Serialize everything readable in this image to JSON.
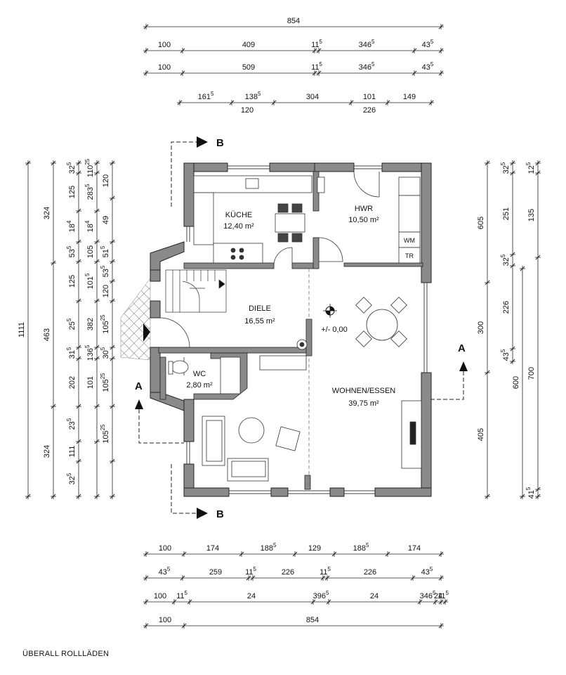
{
  "dims_top": [
    {
      "labels": [
        {
          "t": "854",
          "s": ""
        }
      ]
    },
    {
      "labels": [
        {
          "t": "100",
          "s": ""
        },
        {
          "t": "409",
          "s": ""
        },
        {
          "t": "11",
          "s": "5"
        },
        {
          "t": "346",
          "s": "5"
        },
        {
          "t": "43",
          "s": "5"
        }
      ]
    },
    {
      "labels": [
        {
          "t": "100",
          "s": ""
        },
        {
          "t": "509",
          "s": ""
        },
        {
          "t": "11",
          "s": "5"
        },
        {
          "t": "346",
          "s": "5"
        },
        {
          "t": "43",
          "s": "5"
        }
      ]
    },
    {
      "labels": [
        {
          "t": "161",
          "s": "5"
        },
        {
          "t": "138",
          "s": "5"
        },
        {
          "t": "304",
          "s": ""
        },
        {
          "t": "101",
          "s": ""
        },
        {
          "t": "149",
          "s": ""
        }
      ]
    },
    {
      "labels": [
        {
          "t": "120",
          "s": ""
        },
        {
          "t": "226",
          "s": ""
        }
      ]
    }
  ],
  "dims_bottom": [
    {
      "labels": [
        {
          "t": "100",
          "s": ""
        },
        {
          "t": "174",
          "s": ""
        },
        {
          "t": "188",
          "s": "5"
        },
        {
          "t": "129",
          "s": ""
        },
        {
          "t": "188",
          "s": "5"
        },
        {
          "t": "174",
          "s": ""
        }
      ]
    },
    {
      "labels": [
        {
          "t": "43",
          "s": "5"
        },
        {
          "t": "259",
          "s": ""
        },
        {
          "t": "11",
          "s": "5"
        },
        {
          "t": "226",
          "s": ""
        },
        {
          "t": "11",
          "s": "5"
        },
        {
          "t": "226",
          "s": ""
        },
        {
          "t": "43",
          "s": "5"
        }
      ]
    },
    {
      "labels": [
        {
          "t": "100",
          "s": ""
        },
        {
          "t": "11",
          "s": "5"
        },
        {
          "t": "24",
          "s": ""
        },
        {
          "t": "396",
          "s": "5"
        },
        {
          "t": "24",
          "s": ""
        },
        {
          "t": "346",
          "s": "5"
        },
        {
          "t": "24",
          "s": ""
        },
        {
          "t": "11",
          "s": "5"
        }
      ]
    },
    {
      "labels": [
        {
          "t": "100",
          "s": ""
        },
        {
          "t": "854",
          "s": ""
        }
      ]
    }
  ],
  "dims_left": [
    {
      "labels": [
        {
          "t": "1111",
          "s": ""
        }
      ]
    },
    {
      "labels": [
        {
          "t": "324",
          "s": ""
        },
        {
          "t": "463",
          "s": ""
        },
        {
          "t": "324",
          "s": ""
        }
      ]
    },
    {
      "labels": [
        {
          "t": "32",
          "s": "5"
        },
        {
          "t": "125",
          "s": ""
        },
        {
          "t": "18",
          "s": "4"
        },
        {
          "t": "53",
          "s": "5"
        },
        {
          "t": "125",
          "s": ""
        },
        {
          "t": "25",
          "s": "5"
        },
        {
          "t": "31",
          "s": "5"
        },
        {
          "t": "202",
          "s": ""
        },
        {
          "t": "23",
          "s": "5"
        },
        {
          "t": "111",
          "s": ""
        },
        {
          "t": "32",
          "s": "5"
        }
      ]
    },
    {
      "labels": [
        {
          "t": "110",
          "s": "25"
        },
        {
          "t": "283",
          "s": "5"
        },
        {
          "t": "18",
          "s": "4"
        },
        {
          "t": "105",
          "s": ""
        },
        {
          "t": "101",
          "s": "5"
        },
        {
          "t": "382",
          "s": ""
        },
        {
          "t": "136",
          "s": "5"
        },
        {
          "t": "101",
          "s": ""
        }
      ]
    },
    {
      "labels": [
        {
          "t": "120",
          "s": ""
        },
        {
          "t": "49",
          "s": ""
        },
        {
          "t": "51",
          "s": "5"
        },
        {
          "t": "53",
          "s": "5"
        },
        {
          "t": "120",
          "s": ""
        },
        {
          "t": "105",
          "s": "25"
        },
        {
          "t": "30",
          "s": "5"
        },
        {
          "t": "105",
          "s": "25"
        },
        {
          "t": "105",
          "s": "25"
        }
      ]
    }
  ],
  "dims_right": [
    {
      "labels": [
        {
          "t": "605",
          "s": ""
        },
        {
          "t": "300",
          "s": ""
        },
        {
          "t": "405",
          "s": ""
        }
      ]
    },
    {
      "labels": [
        {
          "t": "32",
          "s": "5"
        },
        {
          "t": "251",
          "s": ""
        },
        {
          "t": "32",
          "s": "5"
        },
        {
          "t": "226",
          "s": ""
        },
        {
          "t": "43",
          "s": "5"
        }
      ]
    },
    {
      "labels": [
        {
          "t": "600",
          "s": ""
        }
      ]
    },
    {
      "labels": [
        {
          "t": "12",
          "s": "5"
        },
        {
          "t": "135",
          "s": ""
        },
        {
          "t": "700",
          "s": ""
        },
        {
          "t": "41",
          "s": "5"
        }
      ]
    }
  ],
  "rooms": [
    {
      "name": "KÜCHE",
      "area": "12,40 m²"
    },
    {
      "name": "HWR",
      "area": "10,50 m²"
    },
    {
      "name": "DIELE",
      "area": "16,55 m²"
    },
    {
      "name": "WC",
      "area": "2,80 m²"
    },
    {
      "name": "WOHNEN/ESSEN",
      "area": "39,75 m²"
    }
  ],
  "level_mark": "+/- 0,00",
  "appliances": [
    "WM",
    "TR"
  ],
  "section_marks": [
    "B",
    "B",
    "A",
    "A"
  ],
  "note": "ÜBERALL ROLLLÄDEN",
  "colors": {
    "wall": "#8a8a8a",
    "line": "#222222"
  }
}
